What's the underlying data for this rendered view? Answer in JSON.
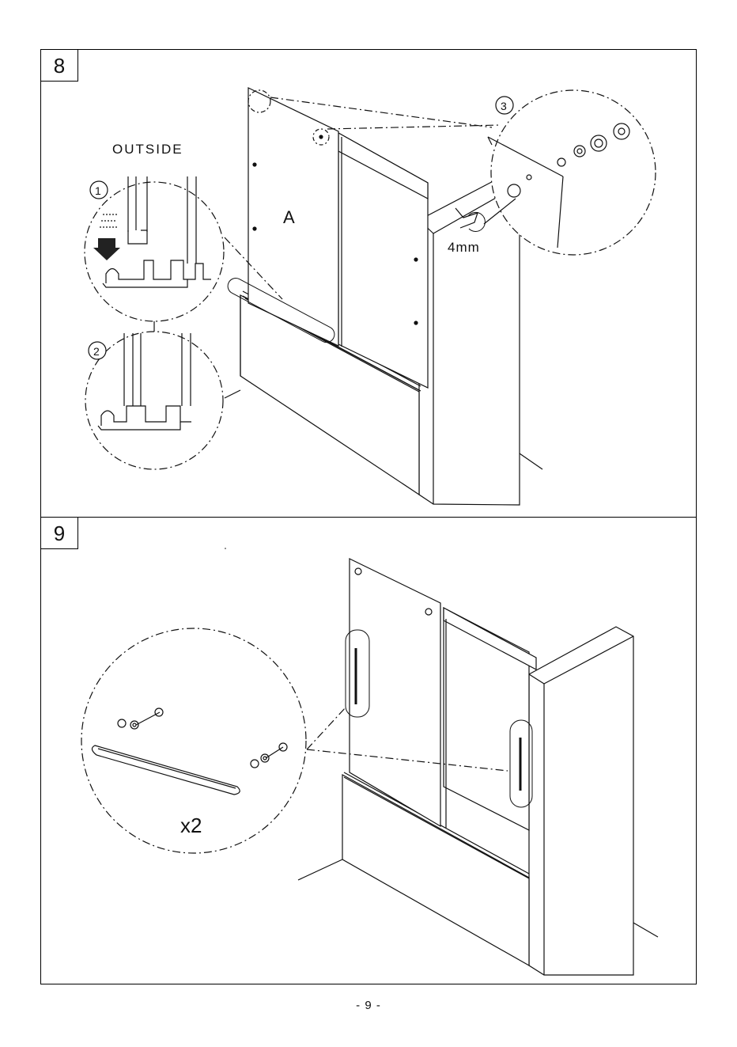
{
  "steps": [
    {
      "number": "8",
      "labels": {
        "outside": "OUTSIDE",
        "panel": "A",
        "callout_1": "1",
        "callout_2": "2",
        "callout_3": "3",
        "hex_key": "4mm"
      }
    },
    {
      "number": "9",
      "labels": {
        "quantity": "x2"
      }
    }
  ],
  "footer": {
    "page_number": "- 9 -"
  }
}
